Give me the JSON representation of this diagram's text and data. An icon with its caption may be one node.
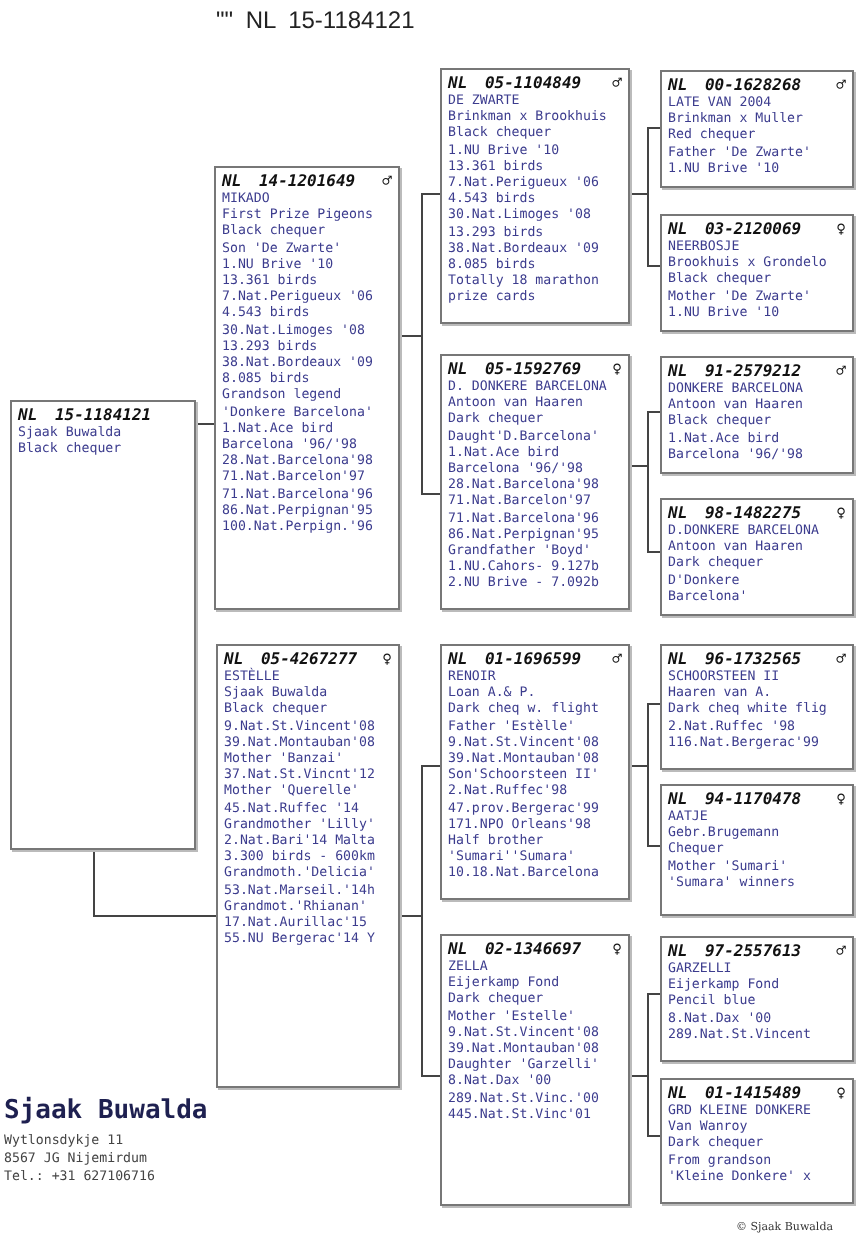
{
  "diagram": {
    "title": "\"\" NL 15-1184121",
    "nodes": [
      {
        "text": [
          "NL 15-1184121",
          "Sjaak Buwalda",
          "Black chequer"
        ]
      },
      {
        "text": [
          "NL 14-1201649",
          "♂",
          "MIKADO",
          "First Prize Pigeons",
          "Black chequer",
          "Son 'De Zwarte'",
          "1.NU Brive '10",
          "13.361 birds",
          "7.Nat.Perigueux '06",
          "4.543 birds",
          "30.Nat.Limoges '08",
          "13.293 birds",
          "38.Nat.Bordeaux '09",
          "8.085 birds",
          "Grandson legend",
          "'Donkere Barcelona'",
          "1.Nat.Ace bird",
          "Barcelona '96/'98",
          "28.Nat.Barcelona'98",
          "71.Nat.Barcelon'97",
          "71.Nat.Barcelona'96",
          "86.Nat.Perpignan'95",
          "100.Nat.Perpign.'96"
        ]
      },
      {
        "text": [
          "NL 05-4267277",
          "♀",
          "ESTÈLLE",
          "Sjaak Buwalda",
          "Black chequer",
          "9.Nat.St.Vincent'08",
          "39.Nat.Montauban'08",
          "Mother 'Banzai'",
          "37.Nat.St.Vincnt'12",
          "Mother 'Querelle'",
          "45.Nat.Ruffec '14",
          "Grandmother 'Lilly'",
          "2.Nat.Bari'14 Malta",
          "3.300 birds - 600km",
          "Grandmoth.'Delicia'",
          "53.Nat.Marseil.'14h",
          "Grandmot.'Rhianan'",
          "17.Nat.Aurillac'15",
          "55.NU Bergerac'14 Y"
        ]
      },
      {
        "text": [
          "NL 05-1104849",
          "♂",
          "DE ZWARTE",
          "Brinkman x Brookhuis",
          "Black chequer",
          "1.NU Brive '10",
          "13.361 birds",
          "7.Nat.Perigueux '06",
          "4.543 birds",
          "30.Nat.Limoges '08",
          "13.293 birds",
          "38.Nat.Bordeaux '09",
          "8.085 birds",
          "Totally 18 marathon",
          "prize cards"
        ]
      },
      {
        "text": [
          "NL 05-1592769",
          "♀",
          "D. DONKERE BARCELONA",
          "Antoon van Haaren",
          "Dark chequer",
          "Daught'D.Barcelona'",
          "1.Nat.Ace bird",
          "Barcelona '96/'98",
          "28.Nat.Barcelona'98",
          "71.Nat.Barcelon'97",
          "71.Nat.Barcelona'96",
          "86.Nat.Perpignan'95",
          "Grandfather 'Boyd'",
          "1.NU.Cahors- 9.127b",
          "2.NU Brive - 7.092b"
        ]
      },
      {
        "text": [
          "NL 01-1696599",
          "♂",
          "RENOIR",
          "Loan A.& P.",
          "Dark cheq w. flight",
          "Father 'Estèlle'",
          "9.Nat.St.Vincent'08",
          "39.Nat.Montauban'08",
          "Son'Schoorsteen II'",
          "2.Nat.Ruffec'98",
          "47.prov.Bergerac'99",
          "171.NPO Orleans'98",
          "Half brother",
          "'Sumari''Sumara'",
          "10.18.Nat.Barcelona"
        ]
      },
      {
        "text": [
          "NL 02-1346697",
          "♀",
          "ZELLA",
          "Eijerkamp Fond",
          "Dark chequer",
          "Mother 'Estelle'",
          "9.Nat.St.Vincent'08",
          "39.Nat.Montauban'08",
          "Daughter 'Garzelli'",
          "8.Nat.Dax '00",
          "289.Nat.St.Vinc.'00",
          "445.Nat.St.Vinc'01"
        ]
      },
      {
        "text": [
          "NL 00-1628268",
          "♂",
          "LATE VAN 2004",
          "Brinkman x Muller",
          "Red chequer",
          "Father 'De Zwarte'",
          "1.NU Brive '10"
        ]
      },
      {
        "text": [
          "NL 03-2120069",
          "♀",
          "NEERBOSJE",
          "Brookhuis x Grondelo",
          "Black chequer",
          "Mother 'De Zwarte'",
          "1.NU Brive '10"
        ]
      },
      {
        "text": [
          "NL 91-2579212",
          "♂",
          "DONKERE BARCELONA",
          "Antoon van Haaren",
          "Black chequer",
          "1.Nat.Ace bird",
          "Barcelona '96/'98"
        ]
      },
      {
        "text": [
          "NL 98-1482275",
          "♀",
          "D.DONKERE BARCELONA",
          "Antoon van Haaren",
          "Dark chequer",
          "D'Donkere",
          "Barcelona'"
        ]
      },
      {
        "text": [
          "NL 96-1732565",
          "♂",
          "SCHOORSTEEN II",
          "Haaren van A.",
          "Dark cheq white flig",
          "2.Nat.Ruffec '98",
          "116.Nat.Bergerac'99"
        ]
      },
      {
        "text": [
          "NL 94-1170478",
          "♀",
          "AATJE",
          "Gebr.Brugemann",
          "Chequer",
          "Mother 'Sumari'",
          "'Sumara' winners"
        ]
      },
      {
        "text": [
          "NL 97-2557613",
          "♂",
          "GARZELLI",
          "Eijerkamp Fond",
          "Pencil blue",
          "8.Nat.Dax '00",
          "289.Nat.St.Vincent"
        ]
      },
      {
        "text": [
          "NL 01-1415489",
          "♀",
          "GRD KLEINE DONKERE",
          "Van Wanroy",
          "Dark chequer",
          "From grandson",
          "'Kleine Donkere' x"
        ]
      }
    ],
    "edges": [
      {
        "from": 0,
        "to": 1,
        "arrow": "none"
      },
      {
        "from": 0,
        "to": 2,
        "arrow": "none"
      },
      {
        "from": 1,
        "to": 3,
        "arrow": "none"
      },
      {
        "from": 1,
        "to": 4,
        "arrow": "none"
      },
      {
        "from": 2,
        "to": 5,
        "arrow": "none"
      },
      {
        "from": 2,
        "to": 6,
        "arrow": "none"
      },
      {
        "from": 3,
        "to": 7,
        "arrow": "none"
      },
      {
        "from": 3,
        "to": 8,
        "arrow": "none"
      },
      {
        "from": 4,
        "to": 9,
        "arrow": "none"
      },
      {
        "from": 4,
        "to": 10,
        "arrow": "none"
      },
      {
        "from": 5,
        "to": 11,
        "arrow": "none"
      },
      {
        "from": 5,
        "to": 12,
        "arrow": "none"
      },
      {
        "from": 6,
        "to": 13,
        "arrow": "none"
      },
      {
        "from": 6,
        "to": 14,
        "arrow": "none"
      }
    ],
    "labels": [
      "Sjaak Buwalda",
      "Wytlonsdykje 11",
      "8567 JG  Nijemirdum",
      "Tel.: +31 627106716",
      "© Sjaak Buwalda"
    ]
  }
}
